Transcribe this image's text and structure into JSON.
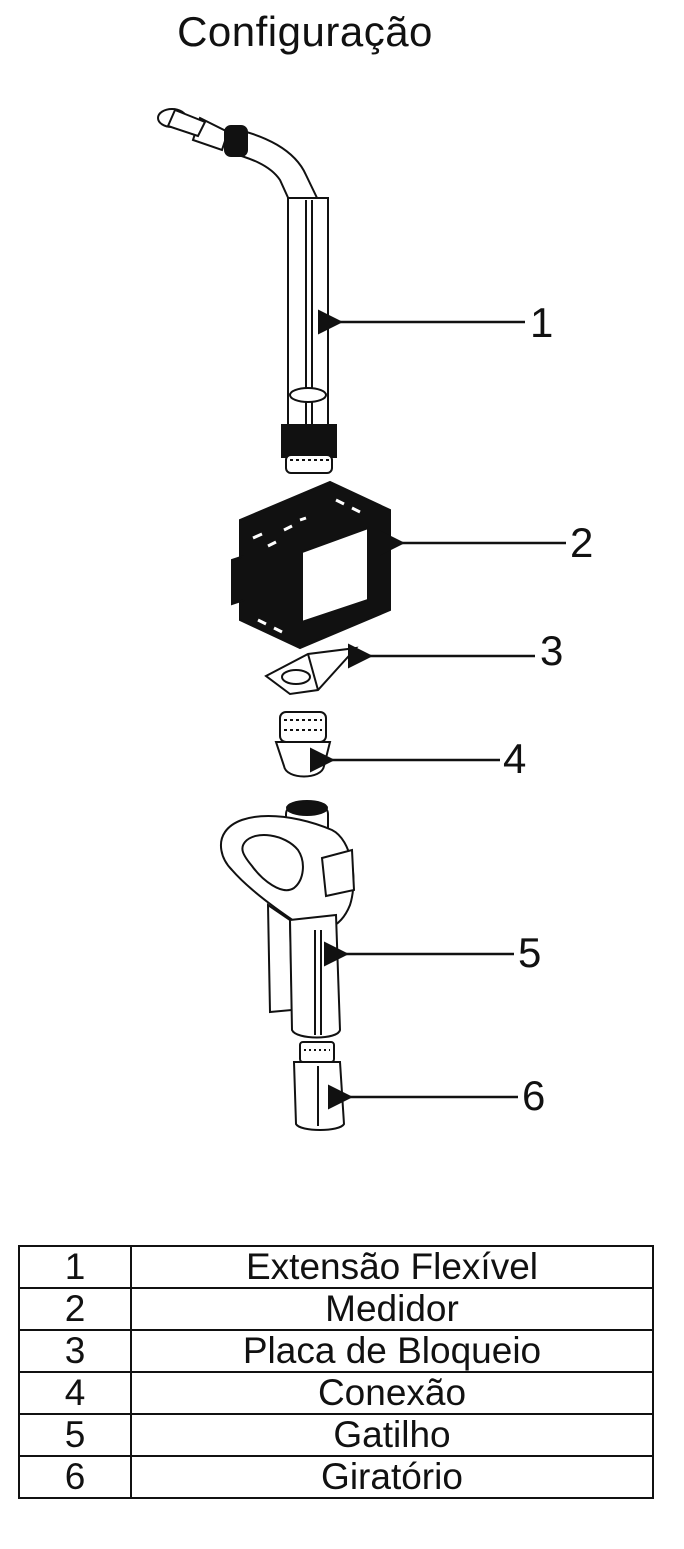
{
  "title": "Configuração",
  "callouts": [
    "1",
    "2",
    "3",
    "4",
    "5",
    "6"
  ],
  "parts": [
    {
      "number": "1",
      "name": "Extensão Flexível",
      "icon": "flexible-extension-icon"
    },
    {
      "number": "2",
      "name": "Medidor",
      "icon": "meter-icon"
    },
    {
      "number": "3",
      "name": "Placa de Bloqueio",
      "icon": "lock-plate-icon"
    },
    {
      "number": "4",
      "name": "Conexão",
      "icon": "connection-icon"
    },
    {
      "number": "5",
      "name": "Gatilho",
      "icon": "trigger-icon"
    },
    {
      "number": "6",
      "name": "Giratório",
      "icon": "swivel-icon"
    }
  ],
  "colors": {
    "ink": "#111111",
    "paper": "#ffffff"
  }
}
